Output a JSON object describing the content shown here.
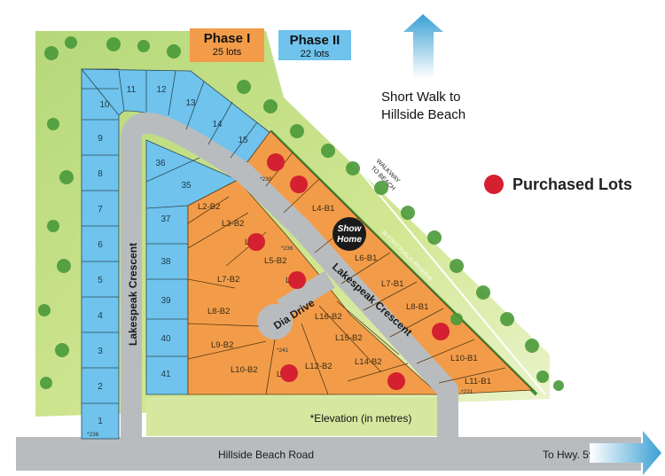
{
  "phases": [
    {
      "title": "Phase I",
      "lots": "25 lots",
      "color": "#f29c4a"
    },
    {
      "title": "Phase II",
      "lots": "22 lots",
      "color": "#6fc3ec"
    }
  ],
  "direction_note": {
    "line1": "Short Walk to",
    "line2": "Hillside Beach"
  },
  "legend": {
    "label": "Purchased Lots",
    "color": "#d42030"
  },
  "show_home": {
    "line1": "Show",
    "line2": "Home"
  },
  "walkway": {
    "line1": "WALKWAY",
    "line2": "TO BEACH"
  },
  "reserve_label": "30 FOOT PUBLIC RESERVE",
  "streets": {
    "lakespeak_west": "Lakespeak Crescent",
    "lakespeak_diag": "Lakespeak Crescent",
    "dia_drive": "Dia Drive",
    "hillside_road": "Hillside Beach Road",
    "to_highway": "To Hwy. 59"
  },
  "elevation_note": "*Elevation (in metres)",
  "elevations": [
    "*236",
    "*230",
    "*236",
    "*241",
    "*221"
  ],
  "lots_phase2": [
    "1",
    "2",
    "3",
    "4",
    "5",
    "6",
    "7",
    "8",
    "9",
    "10",
    "11",
    "12",
    "13",
    "14",
    "15",
    "35",
    "36",
    "37",
    "38",
    "39",
    "40",
    "41"
  ],
  "lots_phase1": [
    "L2-B2",
    "L3-B2",
    "L4-B1",
    "L5-B2",
    "L6-B1",
    "L7-B1",
    "L7-B2",
    "L8-B1",
    "L8-B2",
    "L9-B2",
    "L10-B1",
    "L10-B2",
    "L11-B1",
    "L12-B2",
    "L14-B2",
    "L15-B2",
    "L16-B2"
  ],
  "purchased_lot_markers": [
    "L",
    "L",
    "L"
  ],
  "colors": {
    "phase1": "#f29c4a",
    "phase2": "#6fc3ec",
    "road": "#b9bcbf",
    "grass": "#c9e27e",
    "tree": "#4a9a3a",
    "purchased": "#d42030",
    "arrow": "#4aa9d8"
  }
}
